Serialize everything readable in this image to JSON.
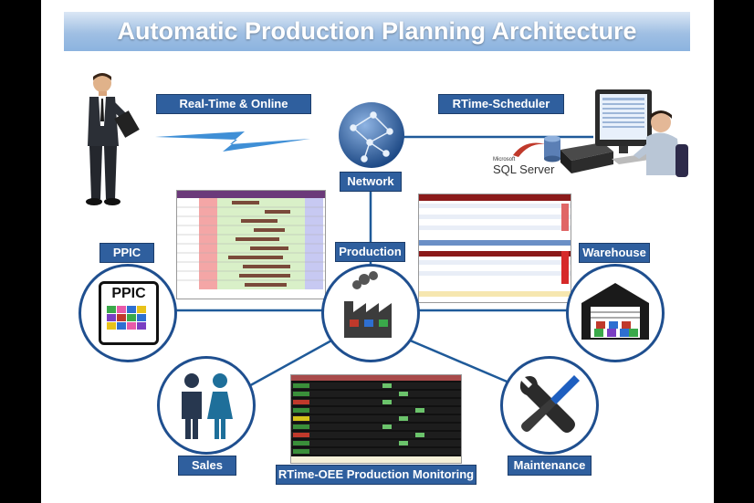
{
  "title": "Automatic Production Planning Architecture",
  "labels": {
    "realtime": "Real-Time & Online",
    "scheduler": "RTime-Scheduler",
    "network": "Network",
    "production": "Production",
    "ppic": "PPIC",
    "warehouse": "Warehouse",
    "sales": "Sales",
    "oee": "RTime-OEE Production Monitoring",
    "maintenance": "Maintenance"
  },
  "icon_text": {
    "ppic_calendar": "PPIC",
    "sql_vendor": "Microsoft",
    "sql_product": "SQL Server"
  },
  "colors": {
    "label_bg": "#2f5f9e",
    "circle_border": "#1f4f8f",
    "title_gradient_top": "#dbe7f5",
    "title_gradient_bottom": "#8cb3df"
  }
}
